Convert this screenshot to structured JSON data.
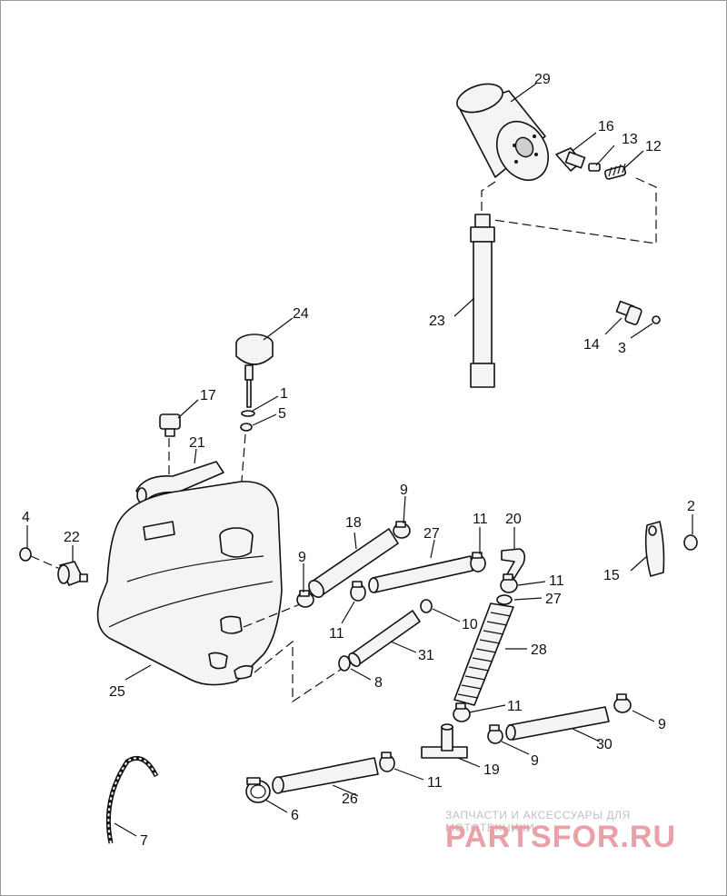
{
  "watermark": {
    "caption": "ЗАПЧАСТИ И АКСЕССУАРЫ ДЛЯ МОТОТЕХНИКИ",
    "logo": "PARTSFOR.RU"
  },
  "labels": {
    "p1": "1",
    "p2": "2",
    "p3": "3",
    "p4": "4",
    "p5": "5",
    "p6": "6",
    "p7": "7",
    "p8": "8",
    "p9a": "9",
    "p9b": "9",
    "p9c": "9",
    "p9d": "9",
    "p10": "10",
    "p11a": "11",
    "p11b": "11",
    "p11c": "11",
    "p11d": "11",
    "p11e": "11",
    "p12": "12",
    "p13": "13",
    "p14": "14",
    "p15": "15",
    "p16": "16",
    "p17": "17",
    "p18": "18",
    "p19": "19",
    "p20": "20",
    "p21": "21",
    "p22": "22",
    "p23": "23",
    "p24": "24",
    "p25": "25",
    "p26": "26",
    "p27a": "27",
    "p27b": "27",
    "p28": "28",
    "p29": "29",
    "p30": "30",
    "p31": "31"
  }
}
